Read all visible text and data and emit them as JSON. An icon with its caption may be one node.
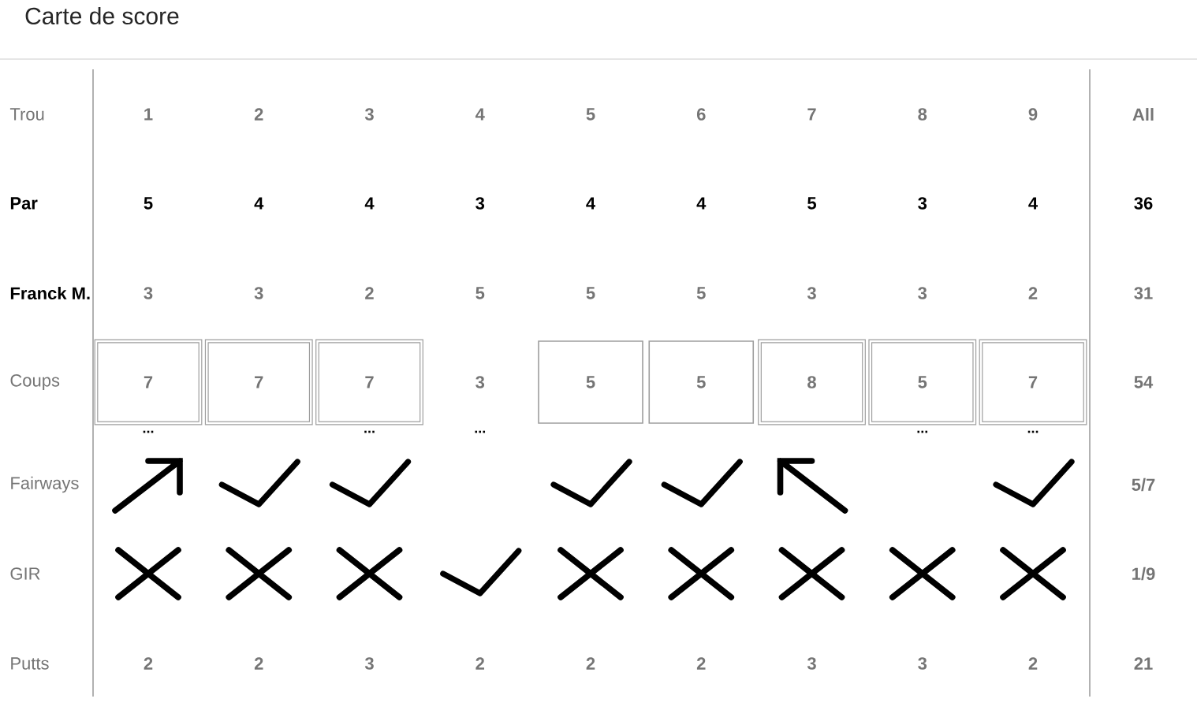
{
  "diagram": {
    "title": "Carte de score",
    "nodes": [
      {
        "text": [
          "7"
        ],
        "beside": [
          "..."
        ]
      },
      {
        "text": [
          "7"
        ]
      },
      {
        "text": [
          "7"
        ],
        "beside": [
          "..."
        ]
      },
      {
        "text": [
          "5"
        ]
      },
      {
        "text": [
          "5"
        ]
      },
      {
        "text": [
          "8"
        ]
      },
      {
        "text": [
          "5"
        ],
        "beside": [
          "..."
        ]
      },
      {
        "text": [
          "7"
        ],
        "beside": [
          "..."
        ]
      }
    ],
    "labels": [
      "Trou",
      "1",
      "2",
      "3",
      "4",
      "5",
      "6",
      "7",
      "8",
      "9",
      "All",
      "Par",
      "5",
      "4",
      "4",
      "3",
      "4",
      "4",
      "5",
      "3",
      "4",
      "36",
      "Franck M.",
      "3",
      "3",
      "2",
      "5",
      "5",
      "5",
      "3",
      "3",
      "2",
      "31",
      "Coups",
      "3",
      "54",
      "...",
      "Fairways",
      "5/7",
      "GIR",
      "1/9",
      "Putts",
      "2",
      "2",
      "3",
      "2",
      "2",
      "2",
      "3",
      "3",
      "2",
      "21"
    ]
  }
}
